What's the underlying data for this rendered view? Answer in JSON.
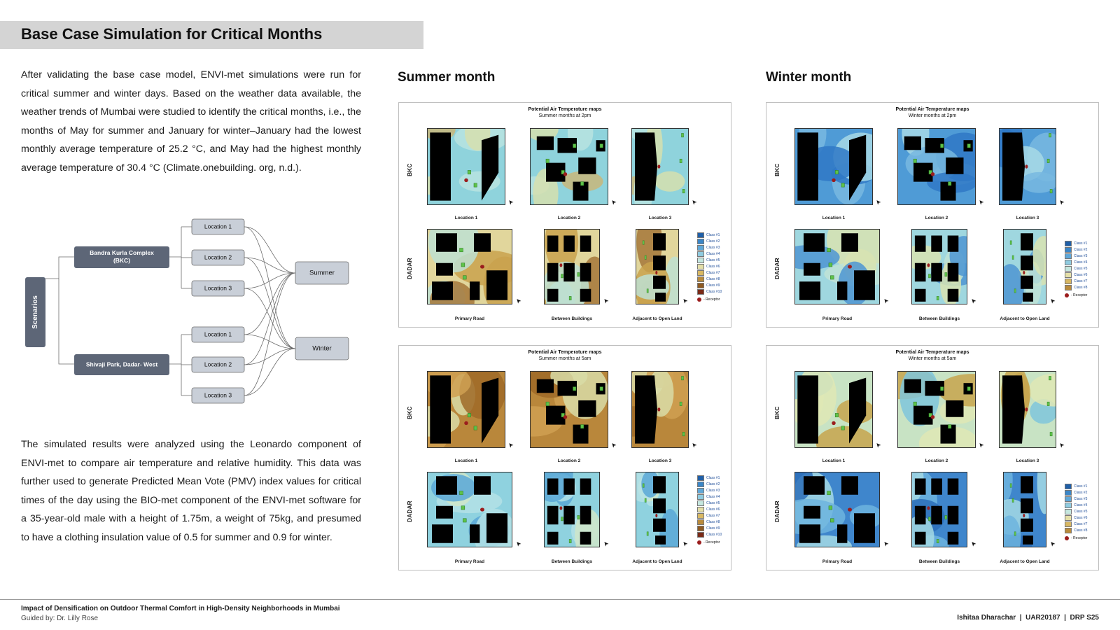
{
  "title": "Base Case Simulation for Critical Months",
  "paragraph1": "After validating the base case model, ENVI-met simulations were run for critical summer and winter days. Based on the weather data available, the weather trends of Mumbai were studied to identify the critical months, i.e., the months of May for summer and January for winter–January had the lowest monthly average temperature of 25.2 °C, and May had the highest monthly average temperature of 30.4 °C (Climate.onebuilding. org, n.d.).",
  "paragraph2": "The simulated results were analyzed using the Leonardo component of ENVI-met to compare air temperature and relative humidity. This data was further used to generate Predicted Mean Vote (PMV) index values for critical times of the day using the BIO-met component of the ENVI-met software for a 35-year-old male with a height of 1.75m, a weight of 75kg, and presumed to have a clothing insulation value of 0.5 for summer and 0.9 for winter.",
  "diagram": {
    "root": "Scenarios",
    "sites": [
      "Bandra Kurla Complex (BKC)",
      "Shivaji Park, Dadar- West"
    ],
    "locations": [
      "Location 1",
      "Location 2",
      "Location 3",
      "Location 1",
      "Location 2",
      "Location 3"
    ],
    "seasons": [
      "Summer",
      "Winter"
    ]
  },
  "summer_heading": "Summer month",
  "winter_heading": "Winter month",
  "panels": [
    {
      "heading": "Potential Air Temperature maps",
      "subheading": "Summer months at 2pm",
      "palette": "summer2pm"
    },
    {
      "heading": "Potential Air Temperature maps",
      "subheading": "Winter months at 2pm",
      "palette": "winter2pm"
    },
    {
      "heading": "Potential Air Temperature maps",
      "subheading": "Summer months at 5am",
      "palette": "summer5am"
    },
    {
      "heading": "Potential Air Temperature maps",
      "subheading": "Winter months at 5am",
      "palette": "winter5am"
    }
  ],
  "row_labels": [
    "BKC",
    "DADAR"
  ],
  "bkc_captions": [
    "Location 1",
    "Location 2",
    "Location 3"
  ],
  "dadar_captions": [
    "Primary Road",
    "Between Buildings",
    "Adjacent to Open Land"
  ],
  "legend_classes_10": [
    "Class #1",
    "Class #2",
    "Class #3",
    "Class #4",
    "Class #5",
    "Class #6",
    "Class #7",
    "Class #8",
    "Class #9",
    "Class #10"
  ],
  "legend_classes_8": [
    "Class #1",
    "Class #2",
    "Class #3",
    "Class #4",
    "Class #5",
    "Class #6",
    "Class #7",
    "Class #8"
  ],
  "receptor_label": "- Receptor",
  "colors": {
    "title_bg": "#d4d4d4",
    "diagram_box": "#c9cfd8",
    "diagram_dark": "#5d6677",
    "building": "#000000",
    "receptor": "#9b1d1d",
    "vegetation": "#5ec24a"
  },
  "footer": {
    "title": "Impact of Densification on Outdoor Thermal Comfort in High-Density Neighborhoods in Mumbai",
    "guide": "Guided by: Dr. Lilly Rose",
    "author": "Ishitaa Dharachar  |  UAR20187  |  DRP S25"
  }
}
